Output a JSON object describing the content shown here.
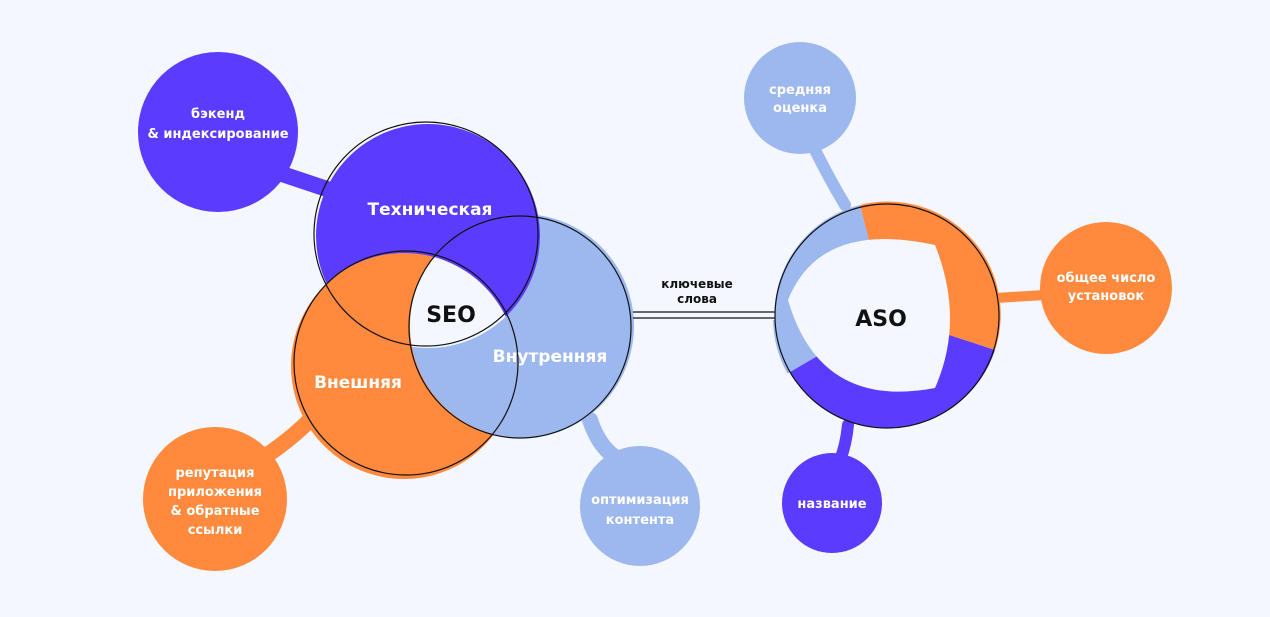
{
  "colors": {
    "purple": "#5b3cff",
    "orange": "#ff8a3d",
    "blue": "#9db8ef",
    "background": "#f4f7fe"
  },
  "seo": {
    "title": "SEO",
    "technical": {
      "label": "Техническая",
      "detail": [
        "бэкенд",
        "& индексирование"
      ]
    },
    "internal": {
      "label": "Внутренняя",
      "detail": [
        "оптимизация",
        "контента"
      ]
    },
    "external": {
      "label": "Внешняя",
      "detail": [
        "репутация",
        "приложения",
        "& обратные",
        "ссылки"
      ]
    }
  },
  "link": {
    "label": [
      "ключевые",
      "слова"
    ]
  },
  "aso": {
    "title": "ASO",
    "rating": [
      "средняя",
      "оценка"
    ],
    "installs": [
      "общее число",
      "установок"
    ],
    "name": [
      "название"
    ]
  }
}
